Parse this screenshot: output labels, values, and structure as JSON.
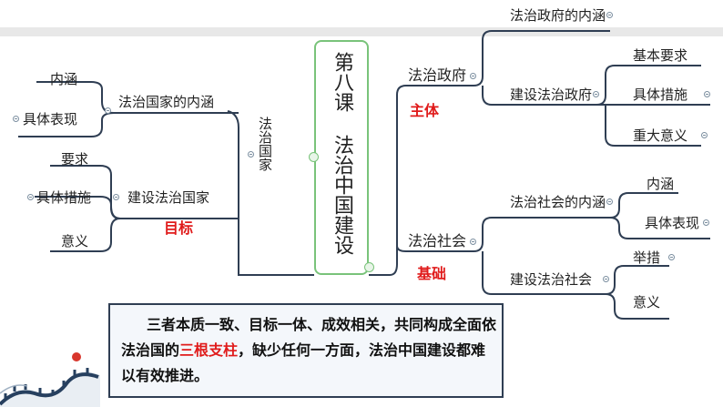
{
  "center": {
    "lines": [
      "第八课",
      "法治中国建设"
    ]
  },
  "left": {
    "root": "法治国家",
    "branch1": {
      "label": "法治国家的内涵",
      "children": [
        "内涵",
        "具体表现"
      ]
    },
    "branch2": {
      "label": "建设法治国家",
      "children": [
        "要求",
        "具体措施",
        "意义"
      ]
    },
    "role": "目标"
  },
  "right": {
    "gov": {
      "label": "法治政府",
      "role": "主体",
      "branch1": {
        "label": "法治政府的内涵"
      },
      "branch2": {
        "label": "建设法治政府",
        "children": [
          "基本要求",
          "具体措施",
          "重大意义"
        ]
      }
    },
    "soc": {
      "label": "法治社会",
      "role": "基础",
      "branch1": {
        "label": "法治社会的内涵",
        "children": [
          "内涵",
          "具体表现"
        ]
      },
      "branch2": {
        "label": "建设法治社会",
        "children": [
          "举措",
          "意义"
        ]
      }
    }
  },
  "summary": {
    "part1": "三者本质一致、目标一体、成效相关，共同构成全面依法治国的",
    "highlight": "三根支柱",
    "part2": "，缺少任何一方面，法治中国建设都难以有效推进。"
  },
  "colors": {
    "accent_red": "#e01b1b",
    "central_border": "#79c37a",
    "line": "#2f3e53"
  }
}
